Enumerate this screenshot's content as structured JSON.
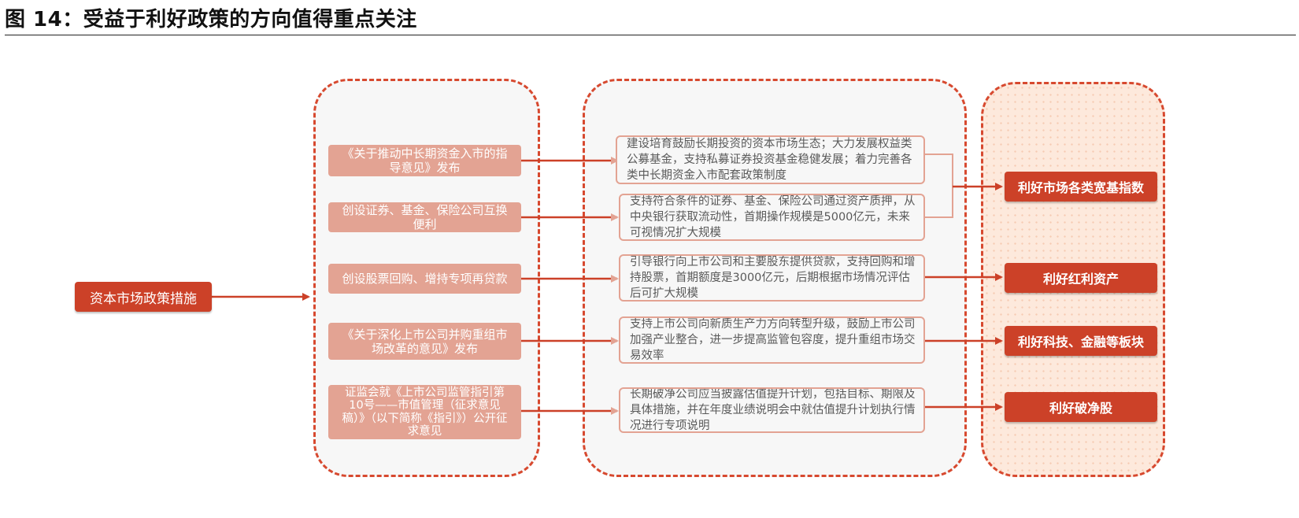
{
  "title": "图 14：受益于利好政策的方向值得重点关注",
  "colors": {
    "accent": "#cc4128",
    "policy_fill": "#e3a393",
    "dash": "#d7492f",
    "panel_bg": "#f7f7f7",
    "benefit_panel_bg": "#fde9dc",
    "detail_text": "#5a5a5a"
  },
  "root": "资本市场政策措施",
  "policies": [
    "《关于推动中长期资金入市的指导意见》发布",
    "创设证券、基金、保险公司互换便利",
    "创设股票回购、增持专项再贷款",
    "《关于深化上市公司并购重组市场改革的意见》发布",
    "证监会就《上市公司监管指引第10号——市值管理（征求意见稿）》（以下简称《指引》）公开征求意见"
  ],
  "details": [
    "建设培育鼓励长期投资的资本市场生态；大力发展权益类公募基金，支持私募证券投资基金稳健发展；着力完善各类中长期资金入市配套政策制度",
    "支持符合条件的证券、基金、保险公司通过资产质押，从中央银行获取流动性，首期操作规模是5000亿元，未来可视情况扩大规模",
    "引导银行向上市公司和主要股东提供贷款，支持回购和增持股票，首期额度是3000亿元，后期根据市场情况评估后可扩大规模",
    "支持上市公司向新质生产力方向转型升级，鼓励上市公司加强产业整合，进一步提高监管包容度，提升重组市场交易效率",
    "长期破净公司应当披露估值提升计划，包括目标、期限及具体措施，并在年度业绩说明会中就估值提升计划执行情况进行专项说明"
  ],
  "benefits": [
    "利好市场各类宽基指数",
    "利好红利资产",
    "利好科技、金融等板块",
    "利好破净股"
  ]
}
